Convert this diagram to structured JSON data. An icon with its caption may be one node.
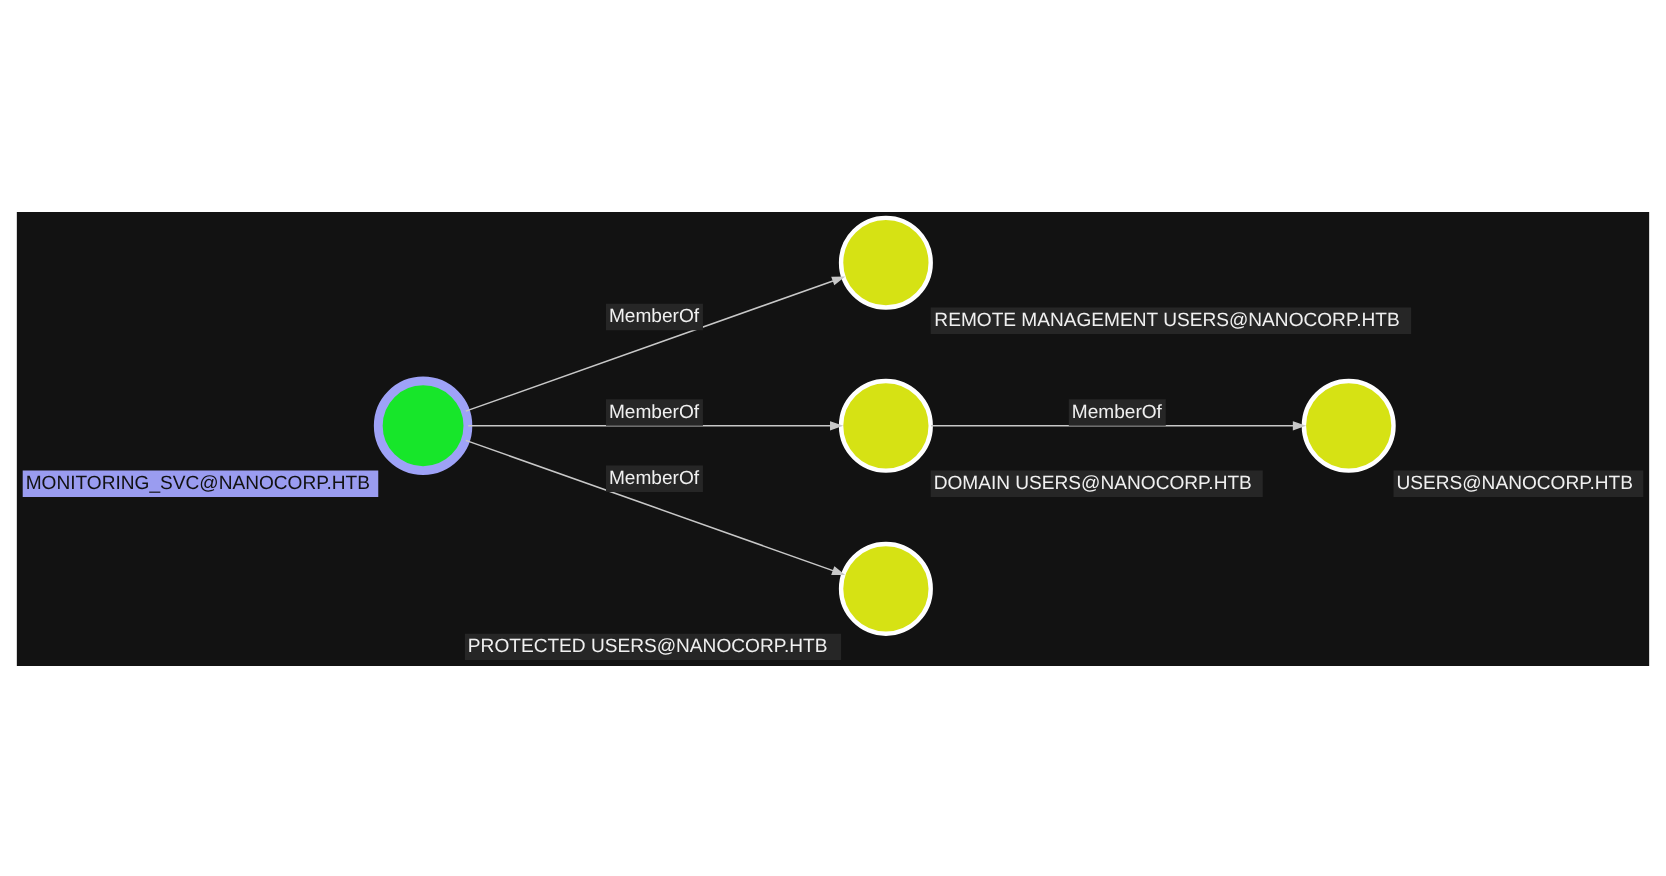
{
  "diagram": {
    "nodes": [
      {
        "text": [
          "REMOTE MANAGEMENT USERS@NANOCORP.HTB"
        ]
      },
      {
        "text": [
          "MONITORING_SVC@NANOCORP.HTB"
        ]
      },
      {
        "text": [
          "DOMAIN USERS@NANOCORP.HTB"
        ]
      },
      {
        "text": [
          "PROTECTED USERS@NANOCORP.HTB"
        ]
      },
      {
        "text": [
          "USERS@NANOCORP.HTB"
        ]
      }
    ],
    "edges": [
      {
        "from": 1,
        "to": 0,
        "arrow": "to",
        "label": "MemberOf"
      },
      {
        "from": 1,
        "to": 2,
        "arrow": "to",
        "label": "MemberOf"
      },
      {
        "from": 1,
        "to": 3,
        "arrow": "to",
        "label": "MemberOf"
      },
      {
        "from": 2,
        "to": 4,
        "arrow": "to",
        "label": "MemberOf"
      }
    ]
  }
}
